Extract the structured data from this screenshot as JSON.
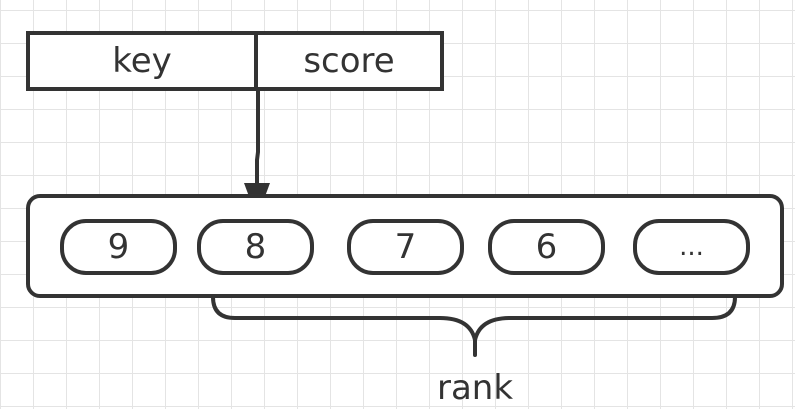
{
  "record": {
    "key_label": "key",
    "score_label": "score"
  },
  "list": {
    "items": [
      "9",
      "8",
      "7",
      "6",
      "..."
    ]
  },
  "brace_label": "rank",
  "colors": {
    "stroke": "#333333",
    "grid": "#e4e4e4",
    "background": "#ffffff"
  }
}
